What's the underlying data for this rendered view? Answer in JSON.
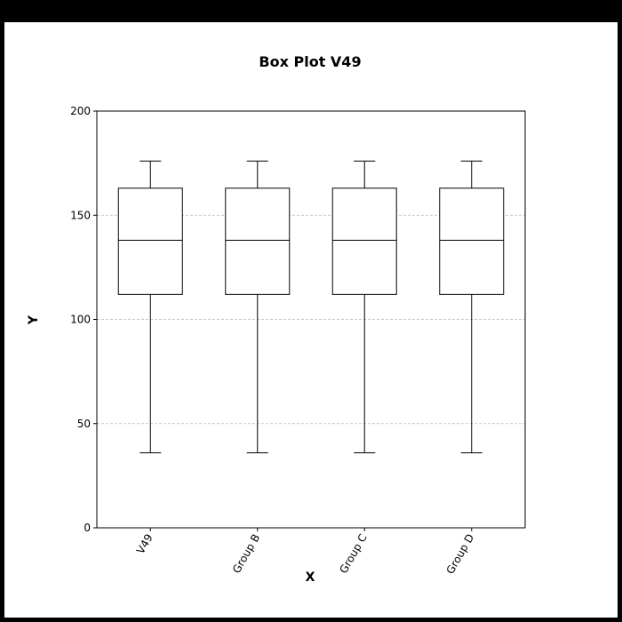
{
  "chart_data": {
    "type": "box",
    "title": "Box Plot V49",
    "xlabel": "X",
    "ylabel": "Y",
    "categories": [
      "V49",
      "Group B",
      "Group C",
      "Group D"
    ],
    "ylim": [
      0,
      200
    ],
    "yticks": [
      0,
      50,
      100,
      150,
      200
    ],
    "grid": true,
    "boxes": [
      {
        "category": "V49",
        "whisker_low": 36,
        "q1": 112,
        "median": 138,
        "q3": 163,
        "whisker_high": 176
      },
      {
        "category": "Group B",
        "whisker_low": 36,
        "q1": 112,
        "median": 138,
        "q3": 163,
        "whisker_high": 176
      },
      {
        "category": "Group C",
        "whisker_low": 36,
        "q1": 112,
        "median": 138,
        "q3": 163,
        "whisker_high": 176
      },
      {
        "category": "Group D",
        "whisker_low": 36,
        "q1": 112,
        "median": 138,
        "q3": 163,
        "whisker_high": 176
      }
    ],
    "colors": {
      "box_stroke": "#000000",
      "box_fill": "#ffffff",
      "grid": "#bbbbbb"
    }
  }
}
